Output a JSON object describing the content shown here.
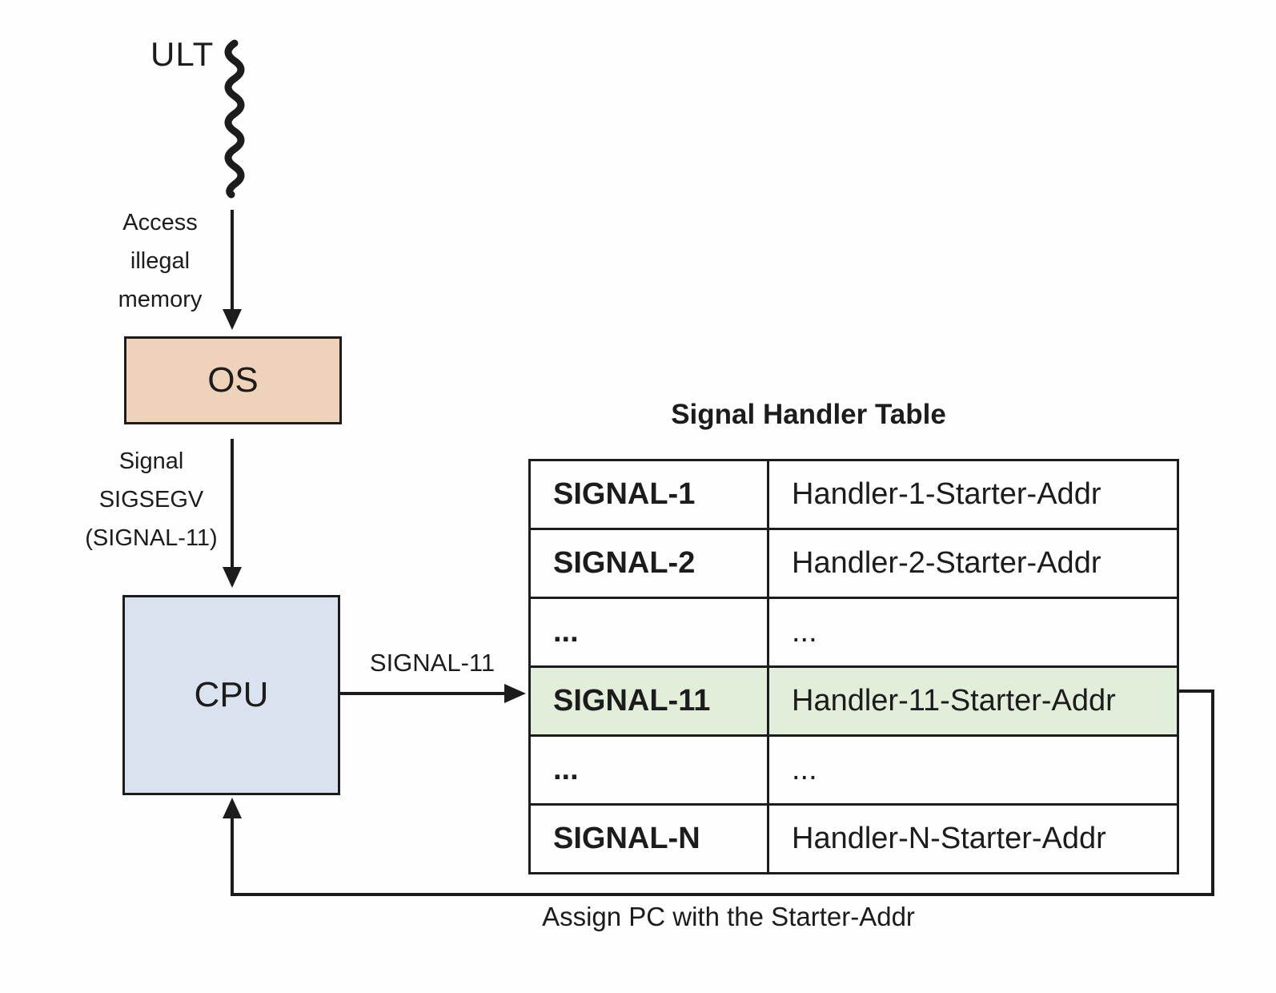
{
  "diagram": {
    "thread_label": "ULT",
    "access_arrow_label": "Access\nillegal\nmemory",
    "os_box_label": "OS",
    "signal_arrow_label": "Signal\nSIGSEGV\n(SIGNAL-11)",
    "cpu_box_label": "CPU",
    "cpu_to_table_arrow_label": "SIGNAL-11",
    "return_path_label": "Assign PC with the Starter-Addr"
  },
  "table": {
    "title": "Signal Handler Table",
    "rows": [
      {
        "signal": "SIGNAL-1",
        "handler": "Handler-1-Starter-Addr",
        "highlighted": false
      },
      {
        "signal": "SIGNAL-2",
        "handler": "Handler-2-Starter-Addr",
        "highlighted": false
      },
      {
        "signal": "...",
        "handler": "...",
        "highlighted": false
      },
      {
        "signal": "SIGNAL-11",
        "handler": "Handler-11-Starter-Addr",
        "highlighted": true
      },
      {
        "signal": "...",
        "handler": "...",
        "highlighted": false
      },
      {
        "signal": "SIGNAL-N",
        "handler": "Handler-N-Starter-Addr",
        "highlighted": false
      }
    ]
  },
  "colors": {
    "os_box_fill": "#eed3ba",
    "cpu_box_fill": "#dae1ef",
    "highlight_row_fill": "#e3eeda",
    "line": "#1c1c1c",
    "background": "#fefefe"
  }
}
